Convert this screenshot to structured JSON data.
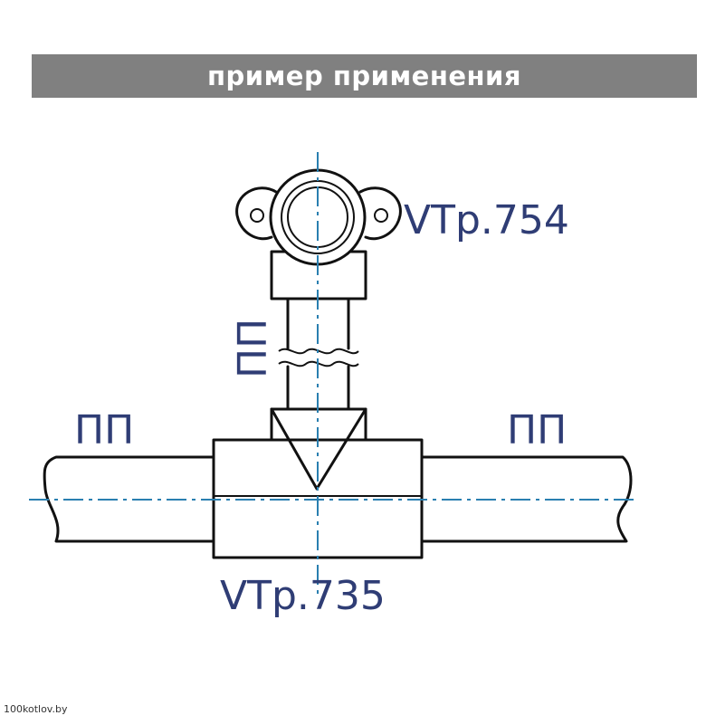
{
  "header": {
    "title": "пример применения"
  },
  "labels": {
    "fitting_top": "VTp.754",
    "fitting_tee": "VTp.735",
    "pipe_vertical": "ПП",
    "pipe_left": "ПП",
    "pipe_right": "ПП"
  },
  "watermark": "100kotlov.by",
  "colors": {
    "banner": "#808080",
    "label": "#2f3d75",
    "axis": "#2a7fb0",
    "outline": "#111111"
  }
}
